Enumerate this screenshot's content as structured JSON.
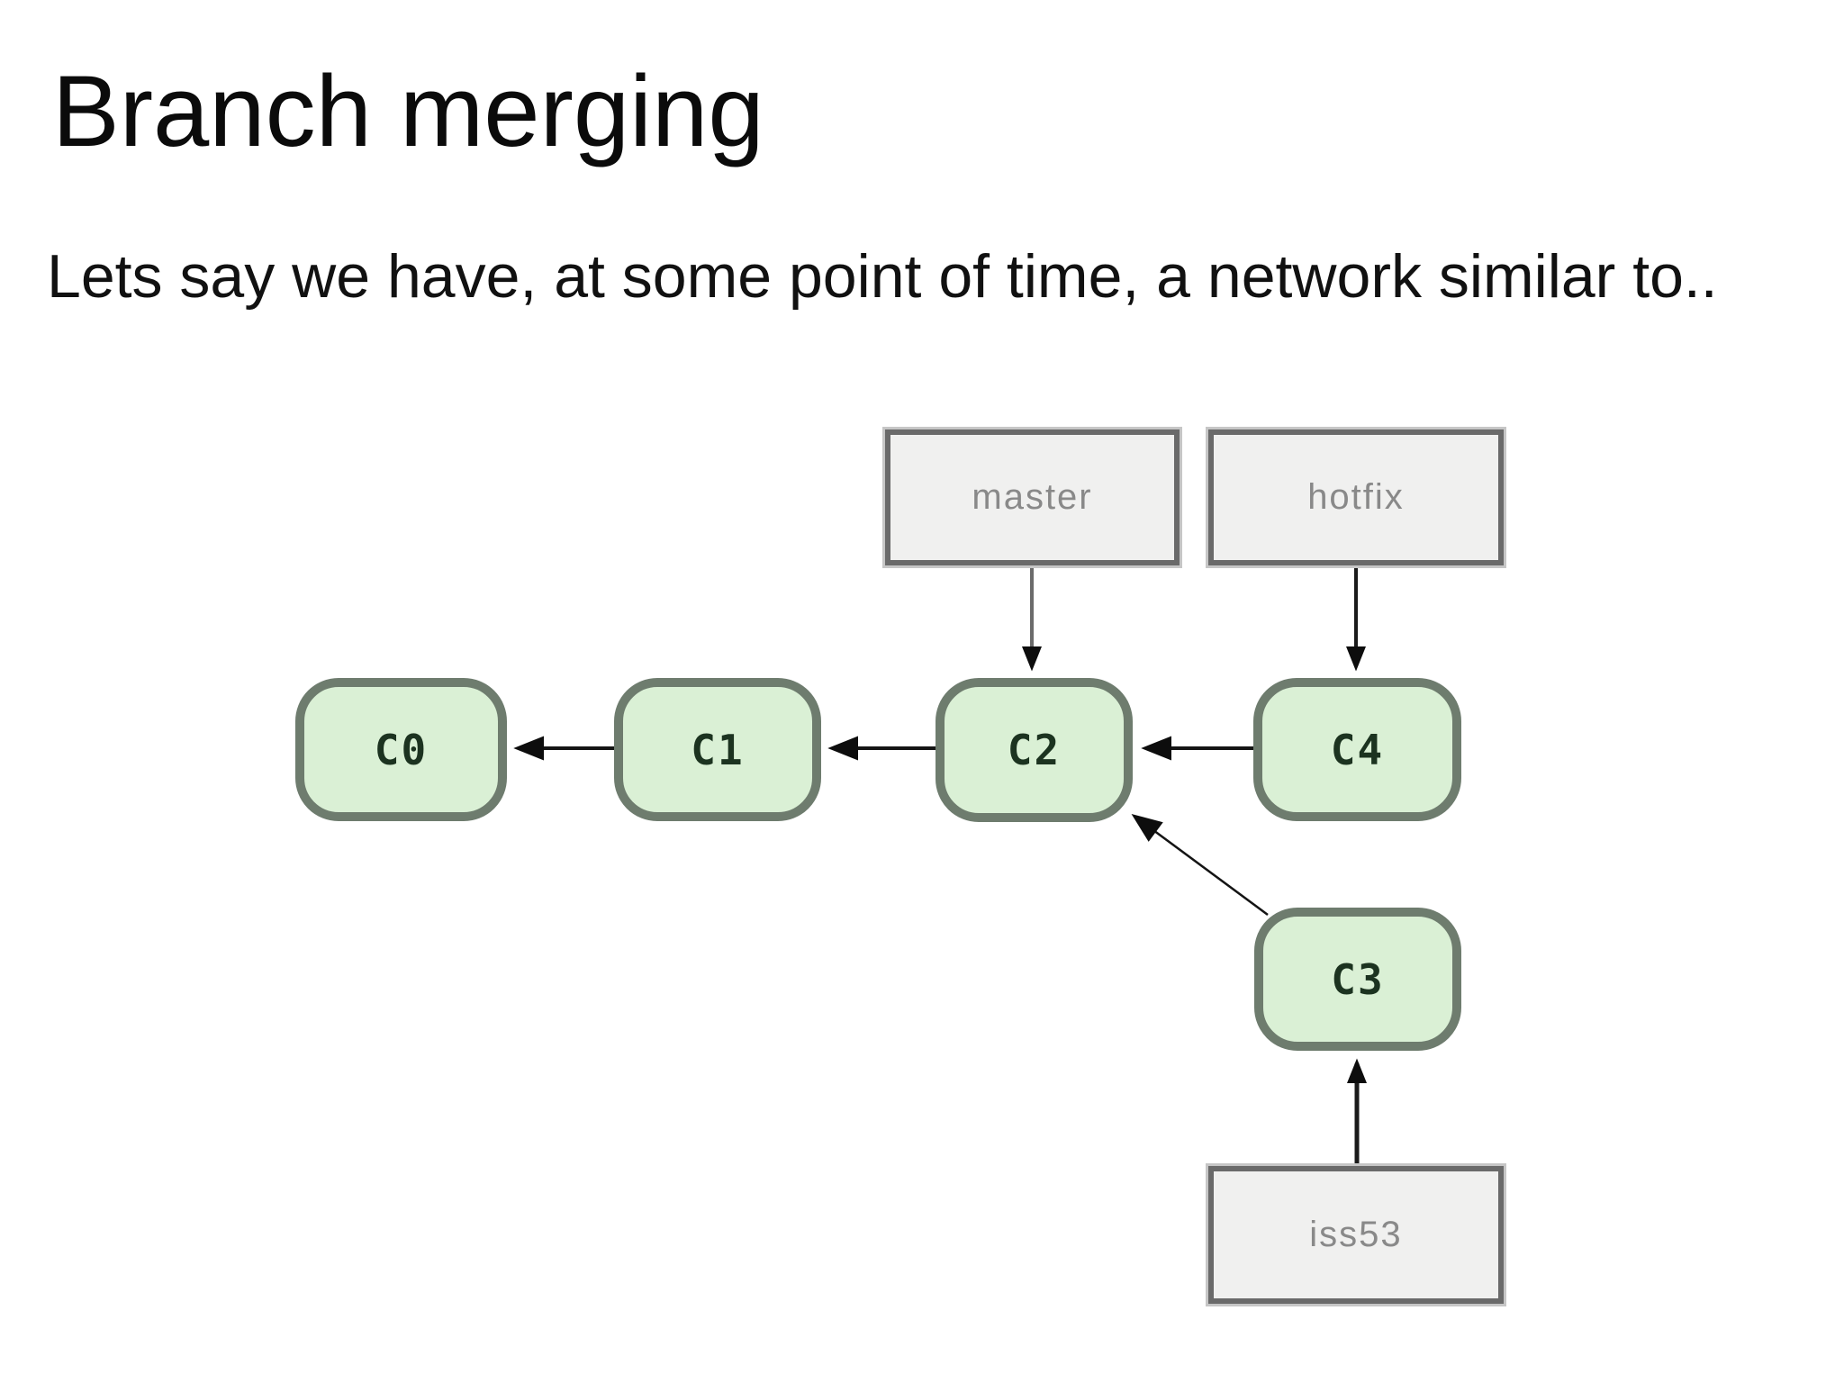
{
  "slide": {
    "title": "Branch merging",
    "subtitle": "Lets say we have, at some point of time, a network similar to.."
  },
  "diagram": {
    "branch_labels": [
      {
        "id": "master",
        "label": "master"
      },
      {
        "id": "hotfix",
        "label": "hotfix"
      },
      {
        "id": "iss53",
        "label": "iss53"
      }
    ],
    "commits": [
      {
        "id": "C0",
        "label": "C0"
      },
      {
        "id": "C1",
        "label": "C1"
      },
      {
        "id": "C2",
        "label": "C2"
      },
      {
        "id": "C3",
        "label": "C3"
      },
      {
        "id": "C4",
        "label": "C4"
      }
    ],
    "edges": [
      {
        "from": "C1",
        "to": "C0"
      },
      {
        "from": "C2",
        "to": "C1"
      },
      {
        "from": "C4",
        "to": "C2"
      },
      {
        "from": "C3",
        "to": "C2"
      },
      {
        "from": "master",
        "to": "C2"
      },
      {
        "from": "hotfix",
        "to": "C4"
      },
      {
        "from": "iss53",
        "to": "C3"
      }
    ],
    "colors": {
      "commit_fill": "#daf0d5",
      "commit_border": "#6e7c6e",
      "commit_text": "#1c3320",
      "label_fill": "#f0f0ef",
      "label_border": "#6a6a6a",
      "label_text": "#898989",
      "arrow": "#141414"
    }
  }
}
